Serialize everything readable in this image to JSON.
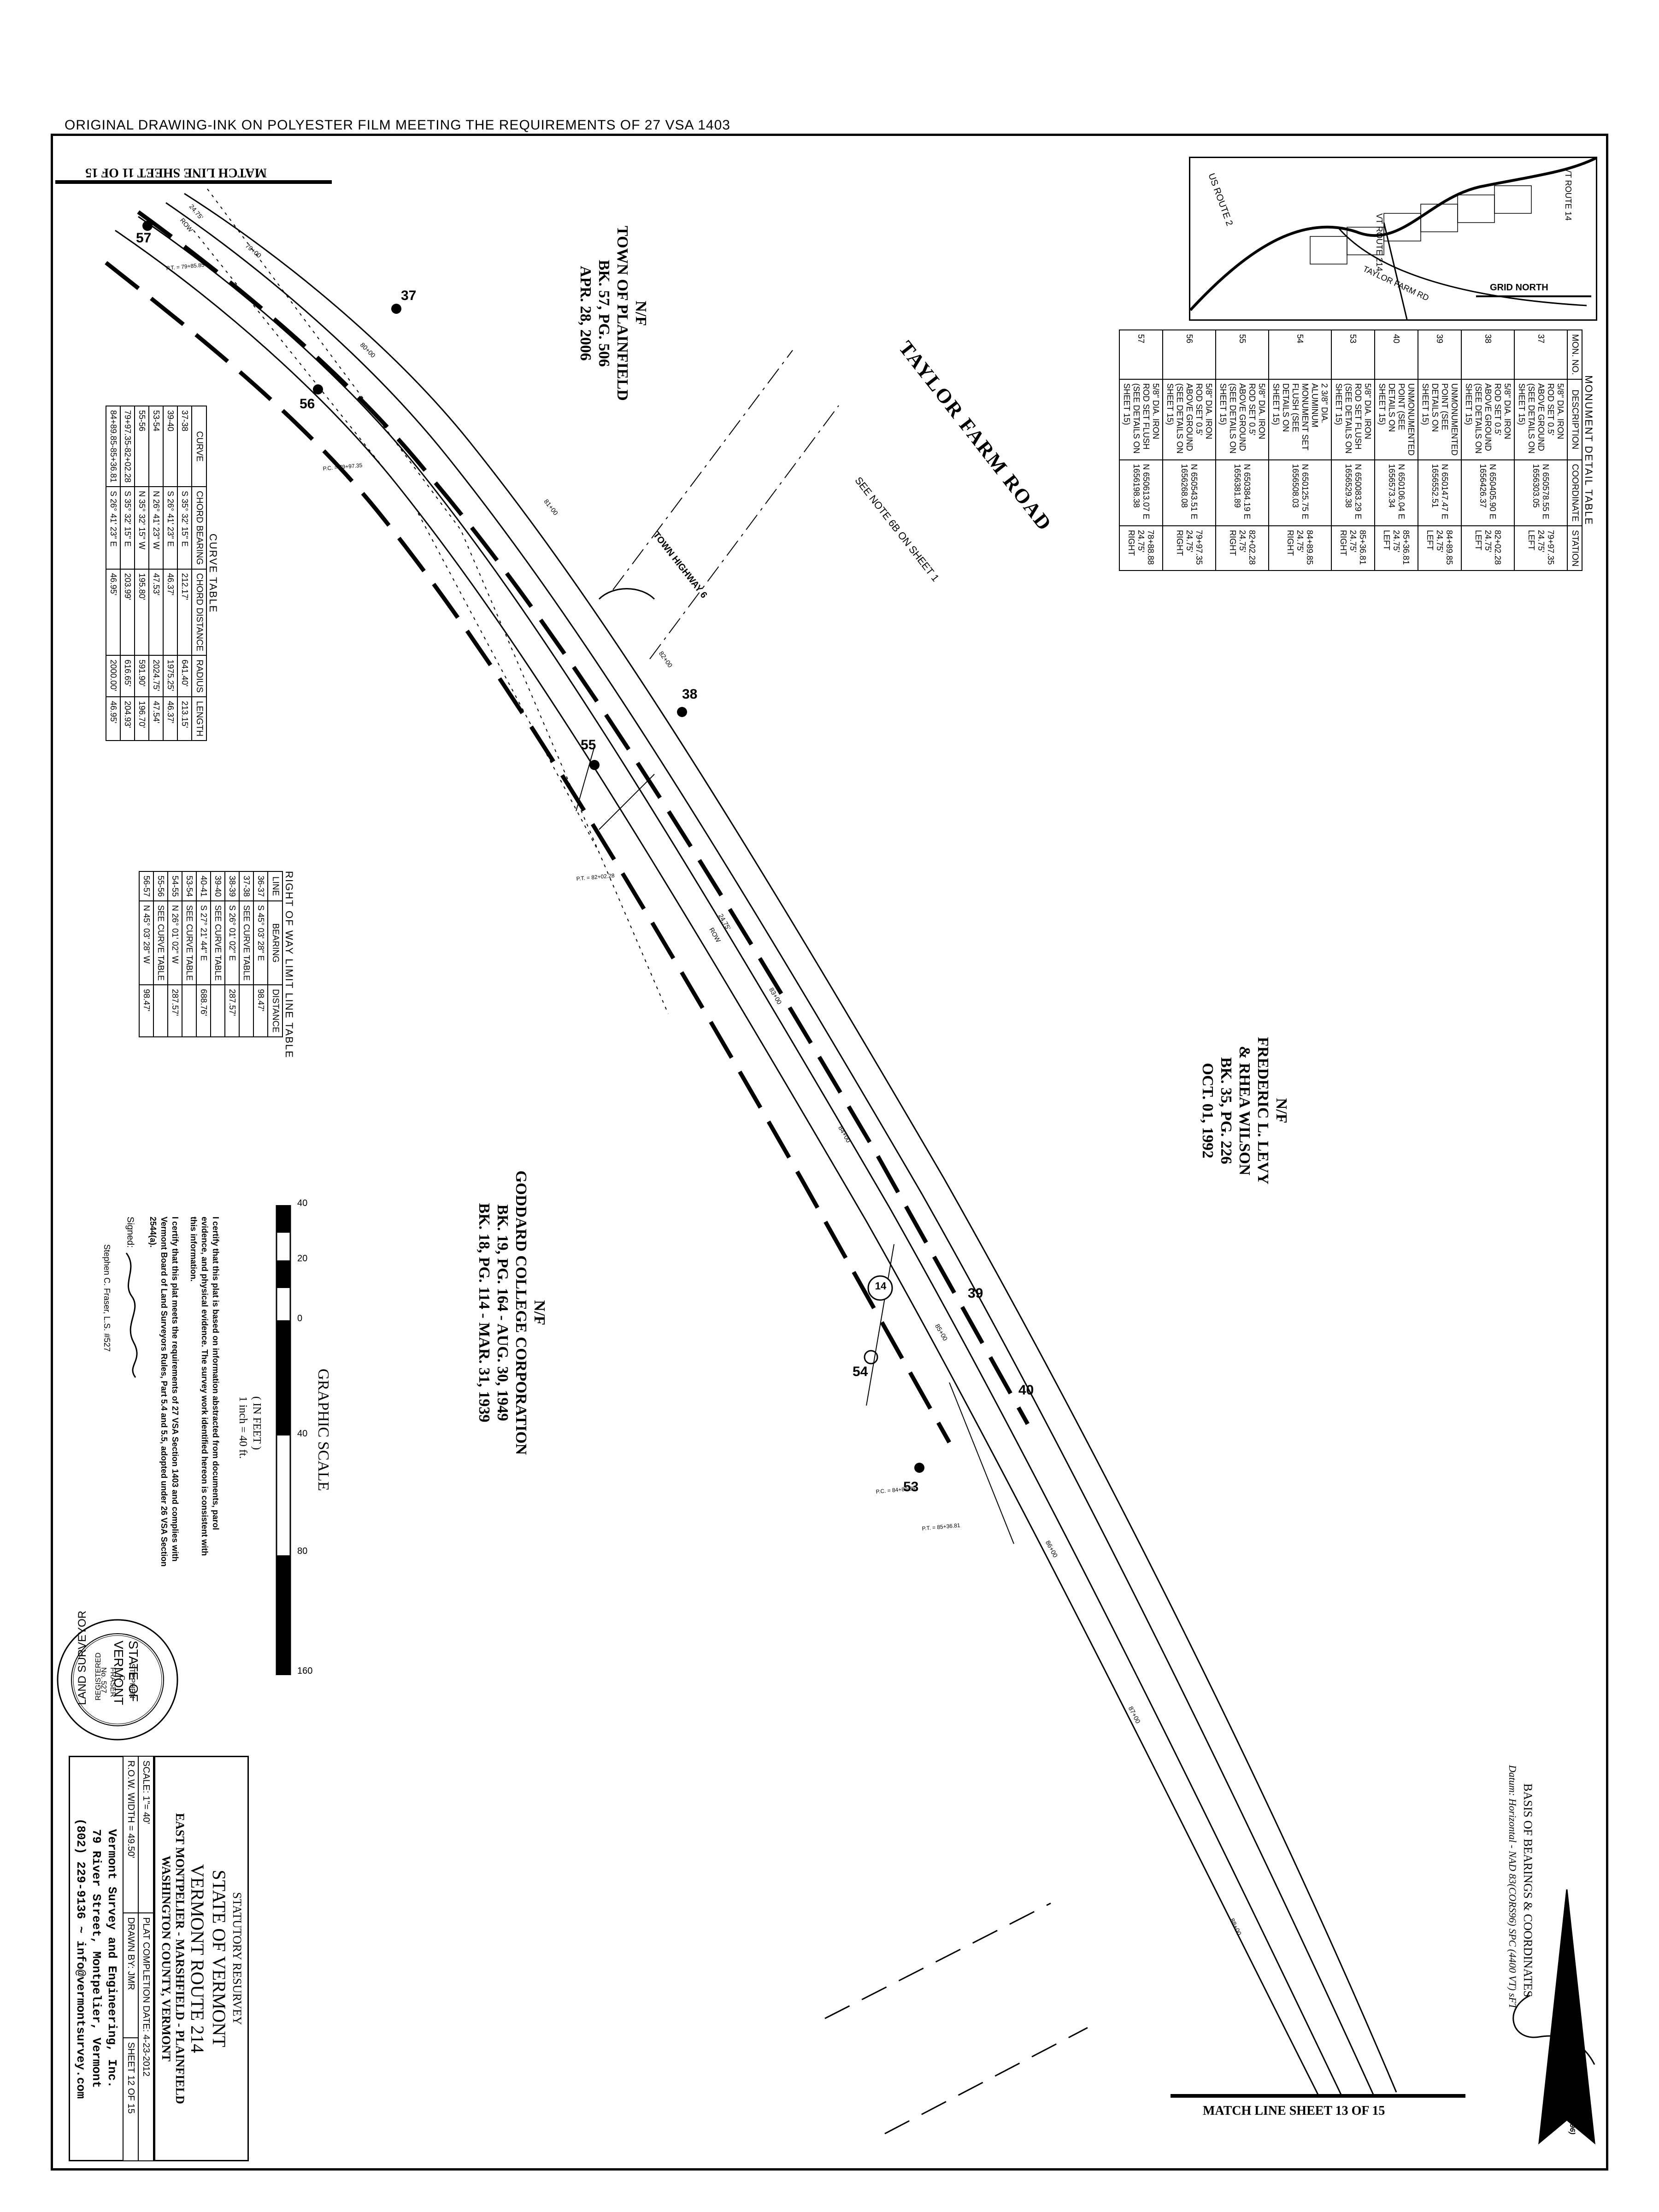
{
  "header": {
    "top_note": "ORIGINAL DRAWING-INK ON POLYESTER FILM MEETING THE REQUIREMENTS OF 27 VSA 1403"
  },
  "match_lines": {
    "top": "MATCH LINE SHEET 11 OF 15",
    "bottom": "MATCH LINE SHEET 13 OF 15"
  },
  "road_labels": {
    "taylor_farm": "TAYLOR FARM ROAD",
    "town_highway": "TOWN HIGHWAY 6",
    "see_note": "SEE NOTE 6B ON SHEET 1",
    "route_shield": "14"
  },
  "owners": [
    {
      "id": "plainfield",
      "lines": [
        "N/F",
        "TOWN OF PLAINFIELD",
        "BK. 57, PG. 506",
        "APR. 28, 2006"
      ]
    },
    {
      "id": "levy",
      "lines": [
        "N/F",
        "FREDERIC L. LEVY",
        "& RHEA WILSON",
        "BK. 35, PG. 226",
        "OCT. 01, 1992"
      ]
    },
    {
      "id": "goddard",
      "lines": [
        "N/F",
        "GODDARD COLLEGE CORPORATION",
        "BK. 19, PG. 164 - AUG. 30, 1949",
        "BK. 18, PG. 114 - MAR. 31, 1939"
      ]
    }
  ],
  "monument_numbers": [
    "57",
    "37",
    "56",
    "38",
    "55",
    "39",
    "40",
    "54",
    "53"
  ],
  "stations": [
    "79+00",
    "80+00",
    "81+00",
    "82+00",
    "83+00",
    "84+00",
    "85+00",
    "86+00",
    "87+00",
    "88+00"
  ],
  "small_labels": {
    "pc1": "P.T. = 79+85.85",
    "pc2": "P.C. = 79+97.35",
    "pt3": "P.T. = 82+02.28",
    "pc4": "P.C. = 84+89.85",
    "pt5": "P.T. = 85+36.81",
    "dim1": "24.75'",
    "dim2": "24.75'",
    "lcp1": "ROW",
    "lcp2": "ROW"
  },
  "monument_table": {
    "title": "MONUMENT DETAIL TABLE",
    "headers": [
      "MON. NO.",
      "DESCRIPTION",
      "COORDINATE",
      "STATION"
    ],
    "rows": [
      [
        "37",
        "5/8\" DIA. IRON ROD SET 0.5' ABOVE GROUND (SEE DETAILS ON SHEET 15)",
        "N 650578.55 E 1656303.05",
        "79+97.35 24.75' LEFT"
      ],
      [
        "38",
        "5/8\" DIA. IRON ROD SET 0.5' ABOVE GROUND (SEE DETAILS ON SHEET 15)",
        "N 650405.90 E 1656426.37",
        "82+02.28 24.75' LEFT"
      ],
      [
        "39",
        "UNMONUMENTED POINT (SEE DETAILS ON SHEET 15)",
        "N 650147.47 E 1656552.51",
        "84+89.85 24.75' LEFT"
      ],
      [
        "40",
        "UNMONUMENTED POINT (SEE DETAILS ON SHEET 15)",
        "N 650106.04 E 1656573.34",
        "85+36.81 24.75' LEFT"
      ],
      [
        "53",
        "5/8\" DIA. IRON ROD SET FLUSH (SEE DETAILS ON SHEET 15)",
        "N 650083.29 E 1656529.38",
        "85+36.81 24.75' RIGHT"
      ],
      [
        "54",
        "2 3/8\" DIA. ALUMINUM MONUMENT SET FLUSH (SEE DETAILS ON SHEET 15)",
        "N 650125.75 E 1656508.03",
        "84+89.85 24.75' RIGHT"
      ],
      [
        "55",
        "5/8\" DIA. IRON ROD SET 0.5' ABOVE GROUND (SEE DETAILS ON SHEET 15)",
        "N 650384.19 E 1656381.89",
        "82+02.28 24.75' RIGHT"
      ],
      [
        "56",
        "5/8\" DIA. IRON ROD SET 0.5' ABOVE GROUND (SEE DETAILS ON SHEET 15)",
        "N 650543.51 E 1656268.08",
        "79+97.35 24.75' RIGHT"
      ],
      [
        "57",
        "5/8\" DIA. IRON ROD SET FLUSH (SEE DETAILS ON SHEET 15)",
        "N 650613.07 E 1656198.38",
        "78+88.88 24.75' RIGHT"
      ]
    ]
  },
  "curve_table": {
    "title": "CURVE TABLE",
    "headers": [
      "CURVE",
      "CHORD BEARING",
      "CHORD DISTANCE",
      "RADIUS",
      "LENGTH"
    ],
    "rows": [
      [
        "37-38",
        "S 35° 32' 15\" E",
        "212.17'",
        "641.40'",
        "213.15'"
      ],
      [
        "39-40",
        "S 26° 41' 23\" E",
        "46.37'",
        "1975.25'",
        "46.37'"
      ],
      [
        "53-54",
        "N 26° 41' 23\" W",
        "47.53'",
        "2024.75'",
        "47.54'"
      ],
      [
        "55-56",
        "N 35° 32' 15\" W",
        "195.80'",
        "591.90'",
        "196.70'"
      ],
      [
        "79+97.35-82+02.28",
        "S 35° 32' 15\" E",
        "203.99'",
        "616.65'",
        "204.93'"
      ],
      [
        "84+89.85-85+36.81",
        "S 26° 41' 23\" E",
        "46.95'",
        "2000.00'",
        "46.95'"
      ]
    ]
  },
  "row_table": {
    "title": "RIGHT OF WAY LIMIT LINE TABLE",
    "headers": [
      "LINE",
      "BEARING",
      "DISTANCE"
    ],
    "rows": [
      [
        "36-37",
        "S 45° 03' 28\" E",
        "98.47'"
      ],
      [
        "37-38",
        "SEE CURVE TABLE",
        ""
      ],
      [
        "38-39",
        "S 26° 01' 02\" E",
        "287.57'"
      ],
      [
        "39-40",
        "SEE CURVE TABLE",
        ""
      ],
      [
        "40-41",
        "S 27° 21' 44\" E",
        "688.76'"
      ],
      [
        "53-54",
        "SEE CURVE TABLE",
        ""
      ],
      [
        "54-55",
        "N 26° 01' 02\" W",
        "287.57'"
      ],
      [
        "55-56",
        "SEE CURVE TABLE",
        ""
      ],
      [
        "56-57",
        "N 45° 03' 28\" W",
        "98.47'"
      ]
    ]
  },
  "graphic_scale": {
    "title": "GRAPHIC SCALE",
    "ticks": [
      "40",
      "20",
      "0",
      "40",
      "80",
      "160"
    ],
    "units": "( IN FEET )",
    "ratio": "1 inch = 40 ft."
  },
  "certification": {
    "p1": "I certify that this plat is based on information abstracted from documents, parol evidence, and physical evidence. The survey work identified hereon is consistent with this information.",
    "p2": "I certify that this plat meets the requirements of 27 VSA Section 1403 and complies with Vermont Board of Land Surveyors Rules, Part 5.4 and 5.5, adopted under 26 VSA Section 2544(a).",
    "signed": "Signed:",
    "name": "Stephen C. Fraser, L.S. #527"
  },
  "seal": {
    "top": "STATE OF VERMONT",
    "bottom": "LAND SURVEYOR",
    "registered": "REGISTERED",
    "name1": "STEPHEN",
    "name2": "C.",
    "name3": "FRASER",
    "number": "No. 527"
  },
  "title_block": {
    "line1": "STATUTORY RESURVEY",
    "line2": "STATE OF VERMONT",
    "line3": "VERMONT ROUTE 214",
    "line4": "EAST MONTPELIER - MARSHFIELD - PLAINFIELD",
    "line5": "WASHINGTON COUNTY, VERMONT",
    "scale": "SCALE: 1\"= 40'",
    "completion": "PLAT COMPLETION DATE: 4-23-2012",
    "row_width": "R.O.W. WIDTH = 49.50'",
    "drawn": "DRAWN BY: JMR",
    "sheet": "SHEET 12 OF 15",
    "firm": "Vermont Survey and Engineering, Inc.",
    "address": "79 River Street, Montpelier, Vermont",
    "contact": "(802) 229-9136 ~ info@vermontsurvey.com"
  },
  "basis": {
    "line1": "BASIS OF BEARINGS & COORDINATES",
    "line2": "Datum: Horizontal - NAD 83(CORS96) SPC (4400 VT) sFT",
    "arrow_label": "NAD 83(CORS96)"
  },
  "locus": {
    "us_route_2": "US ROUTE 2",
    "vt_route_14": "VT ROUTE 14",
    "vt_route_214": "VT ROUTE 214",
    "taylor_farm_rd": "TAYLOR FARM RD",
    "grid_north": "GRID NORTH"
  }
}
